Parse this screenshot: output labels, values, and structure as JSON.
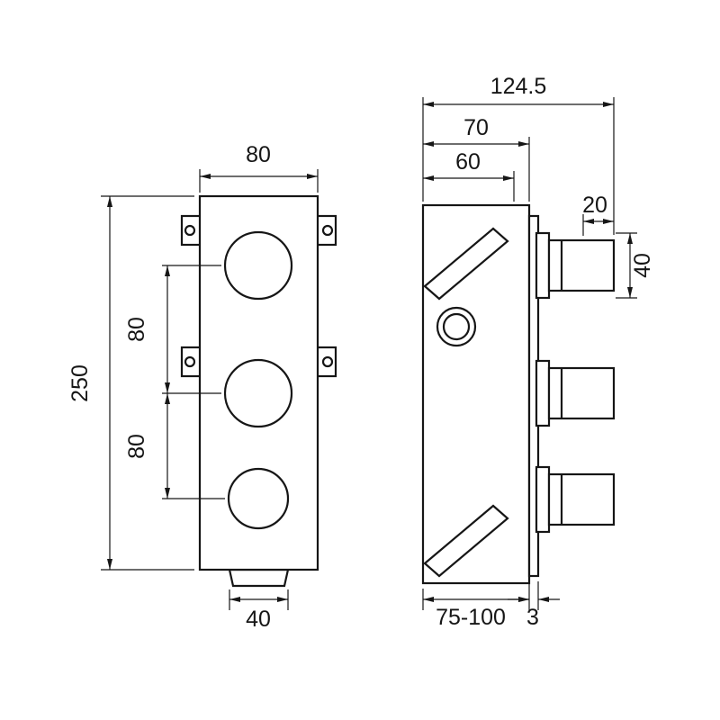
{
  "page": {
    "background": "#ffffff",
    "line_color": "#161616",
    "kind": "technical dimension drawing, concealed 3-handle thermostatic valve"
  },
  "front_view": {
    "dims": {
      "plate_width": "80",
      "overall_height": "250",
      "spacing_upper": "80",
      "spacing_lower": "80",
      "bottom_outlet_width": "40"
    }
  },
  "side_view": {
    "dims": {
      "overall_depth": "124.5",
      "body_depth": "70",
      "inner_depth": "60",
      "handle_projection": "20",
      "handle_height": "40",
      "install_depth_range": "75-100",
      "plate_thickness": "3"
    }
  }
}
